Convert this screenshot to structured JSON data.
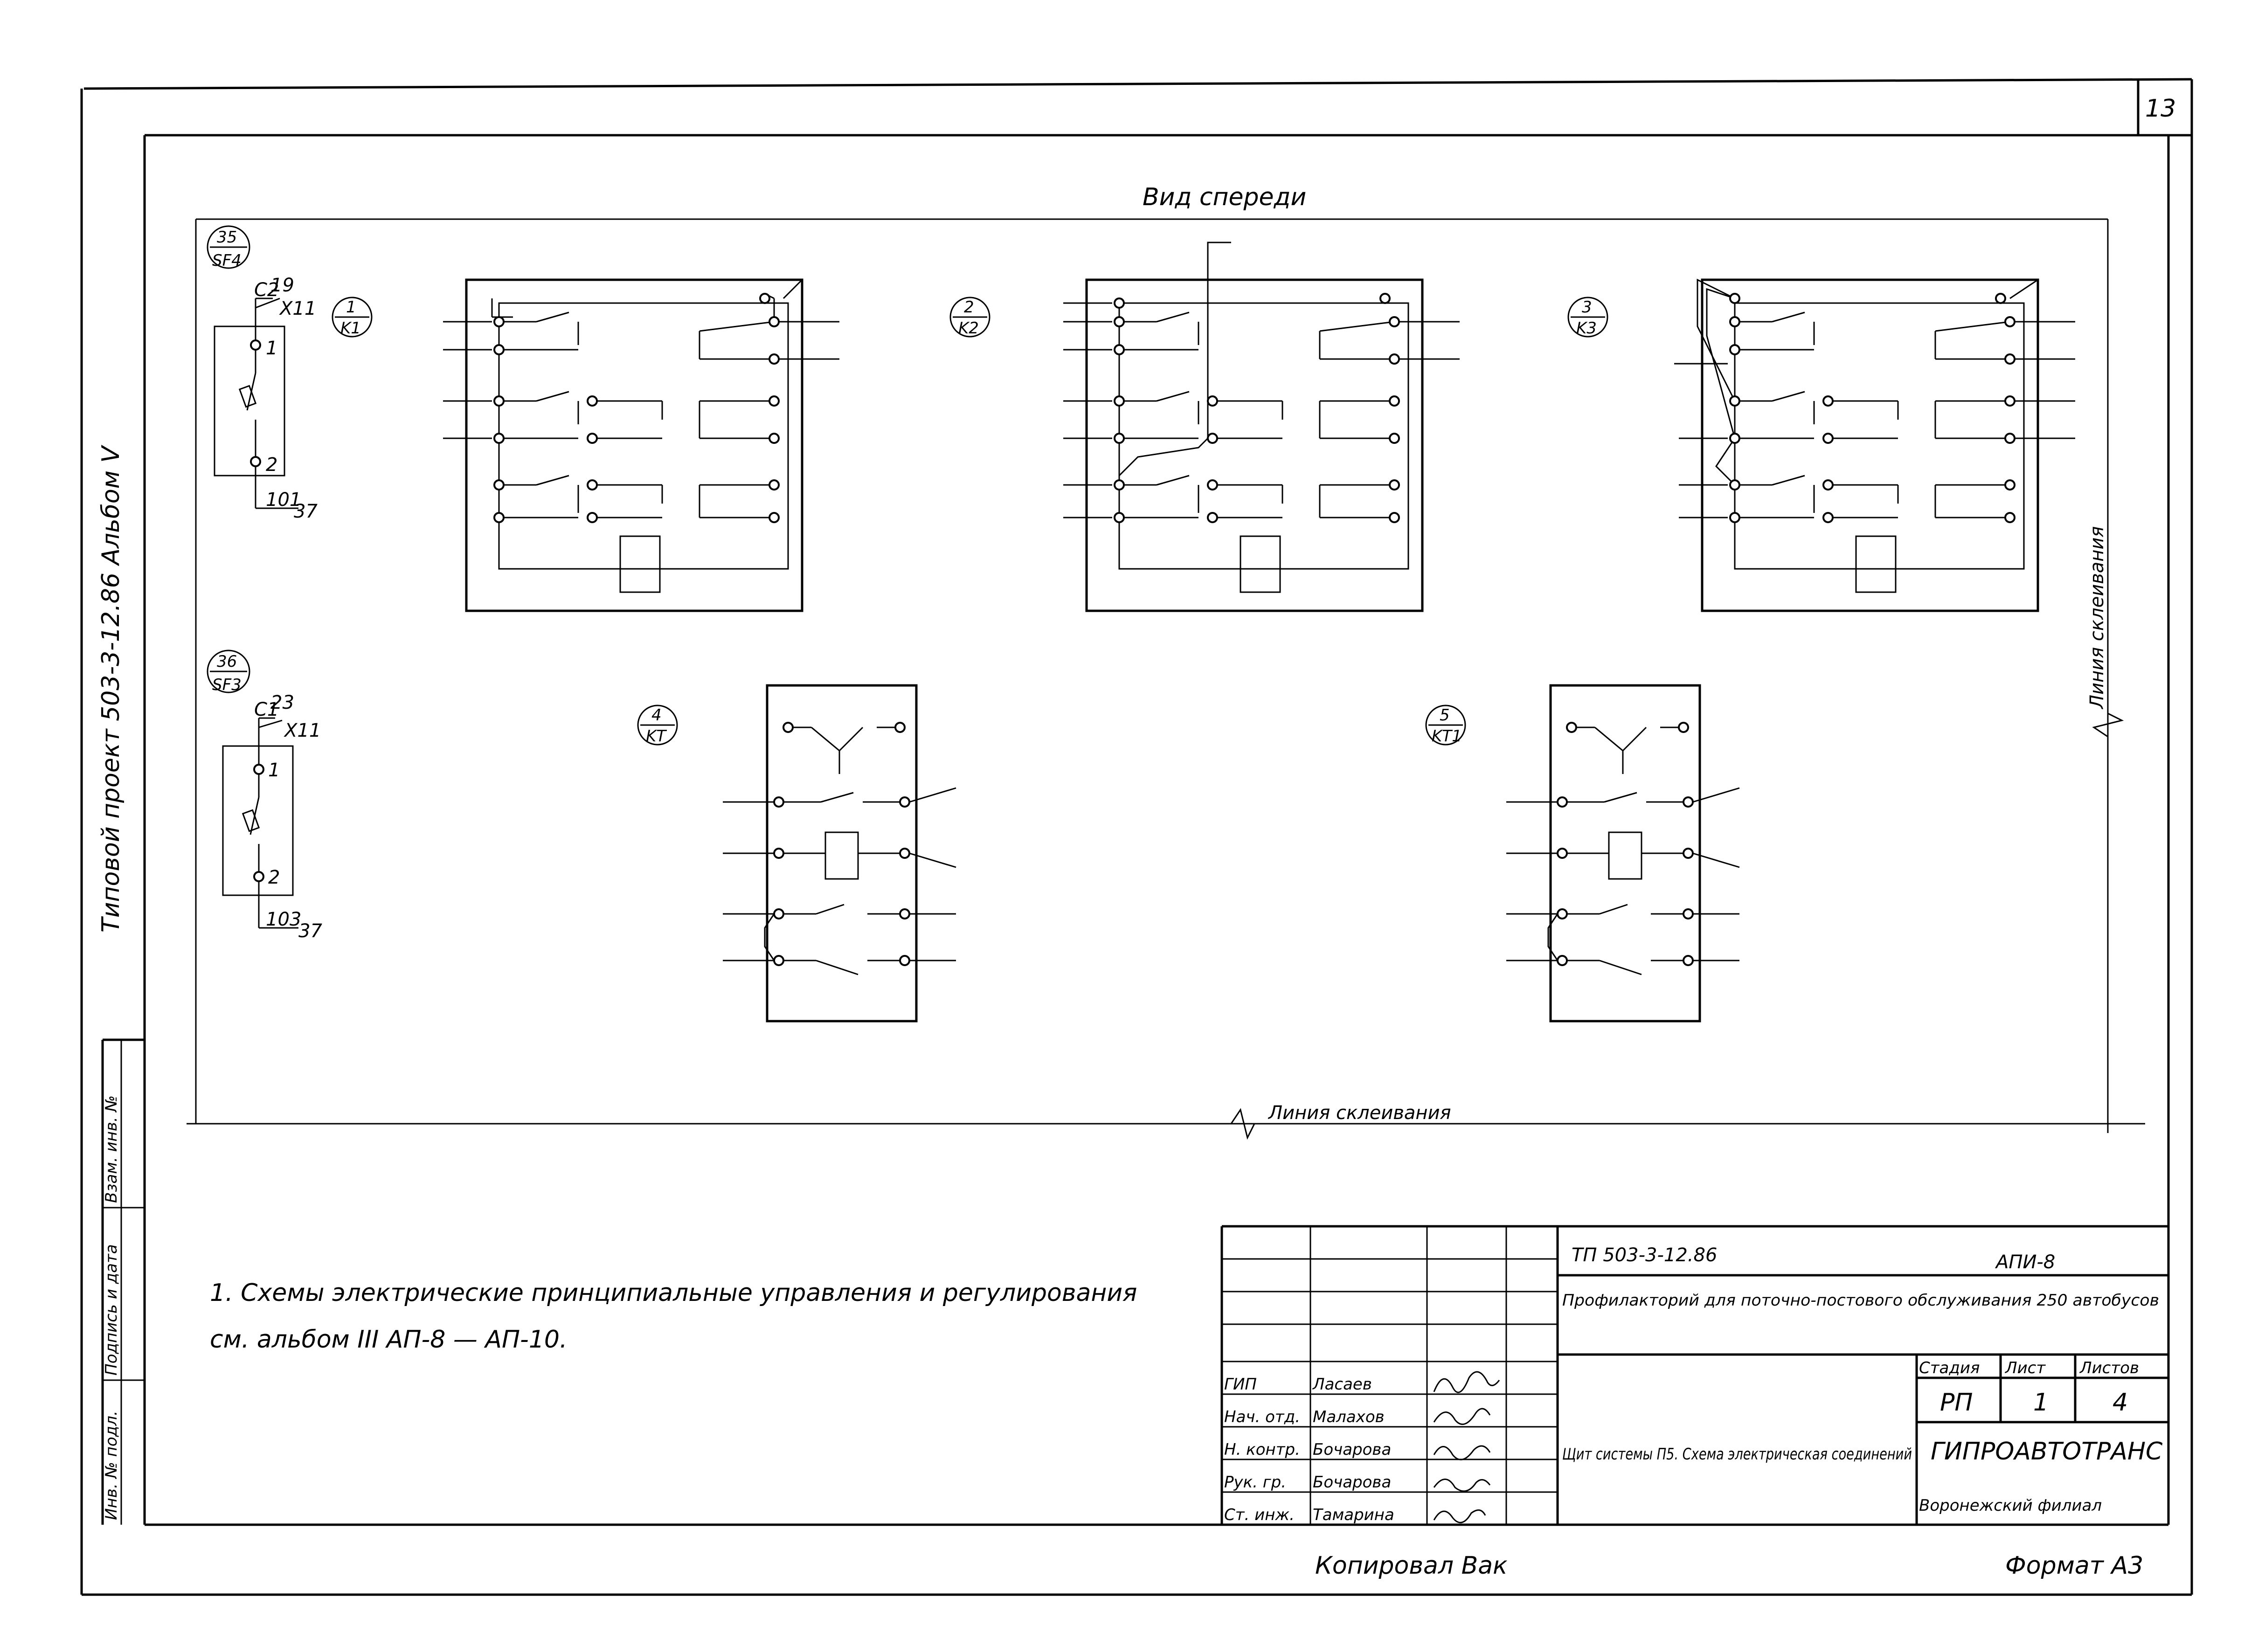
{
  "sheet": {
    "page_number": "13",
    "title_view": "Вид спереди",
    "side_caption": "Типовой проект 503-3-12.86     Альбом V",
    "gluing_line_bottom": "Линия склеивания",
    "gluing_line_right": "Линия склеивания",
    "copied_by": "Копировал Вак",
    "format": "Формат А3"
  },
  "note": {
    "line1": "1. Схемы электрические принципиальные управления и регулирования",
    "line2": "см. альбом III     АП-8 — АП-10."
  },
  "stamp": {
    "doc_code": "ТП 503-3-12.86",
    "sheet_code": "АПИ-8",
    "project_title": "Профилакторий для поточно-постового обслуживания 250 автобусов",
    "drawing_title": "Щит системы П5. Схема электрическая соединений",
    "stage_header": "Стадия",
    "sheet_header": "Лист",
    "sheets_header": "Листов",
    "stage": "РП",
    "sheet": "1",
    "sheets": "4",
    "org_name": "ГИПРОАВТОТРАНС",
    "org_branch": "Воронежский филиал",
    "roles": [
      {
        "role": "ГИП",
        "name": "Ласаев"
      },
      {
        "role": "Нач. отд.",
        "name": "Малахов"
      },
      {
        "role": "Н. контр.",
        "name": "Бочарова"
      },
      {
        "role": "Рук. гр.",
        "name": "Бочарова"
      },
      {
        "role": "Ст. инж.",
        "name": "Тамарина"
      }
    ]
  },
  "left_strip": {
    "cell1": "Взам. инв. №",
    "cell2": "Подпись и дата",
    "cell3": "Инв. № подл."
  },
  "devices": {
    "sf4": {
      "ref": "35",
      "code": "SF4",
      "top_wires": [
        "19",
        "C2",
        "X11"
      ],
      "bottom_wires": [
        "101",
        "37"
      ],
      "pins": [
        "1",
        "2"
      ]
    },
    "sf3": {
      "ref": "36",
      "code": "SF3",
      "top_wires": [
        "23",
        "C1",
        "X11"
      ],
      "bottom_wires": [
        "103",
        "37"
      ],
      "pins": [
        "1",
        "2"
      ]
    },
    "k1": {
      "ref": "1",
      "code": "K1"
    },
    "k2": {
      "ref": "2",
      "code": "K2"
    },
    "k3": {
      "ref": "3",
      "code": "K3"
    },
    "kt": {
      "ref": "4",
      "code": "KT"
    },
    "kt1": {
      "ref": "5",
      "code": "KT1"
    }
  }
}
